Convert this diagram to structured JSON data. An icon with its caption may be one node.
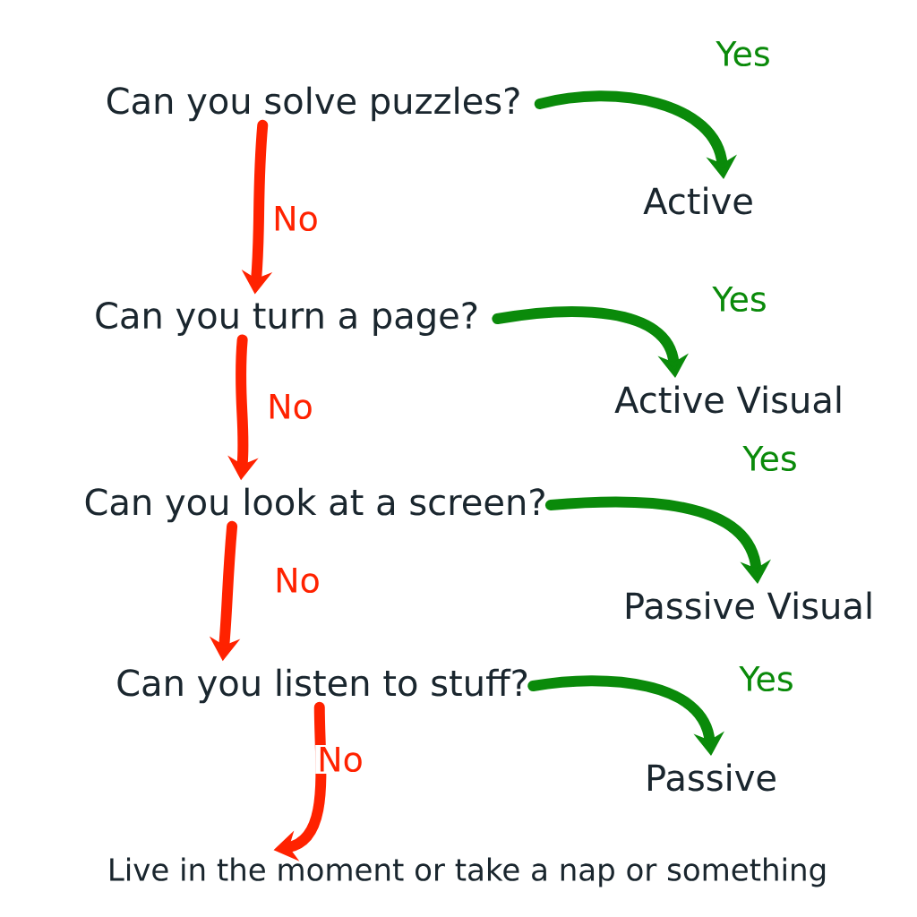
{
  "diagram": {
    "nodes": [
      {
        "text": [
          "Can you solve puzzles?"
        ]
      },
      {
        "text": [
          "Active"
        ]
      },
      {
        "text": [
          "Can you turn a page?"
        ]
      },
      {
        "text": [
          "Active Visual"
        ]
      },
      {
        "text": [
          "Can you look at a screen?"
        ]
      },
      {
        "text": [
          "Passive Visual"
        ]
      },
      {
        "text": [
          "Can you listen to stuff?"
        ]
      },
      {
        "text": [
          "Passive"
        ]
      },
      {
        "text": [
          "Live in the moment or take a nap or something"
        ]
      }
    ],
    "edges": [
      {
        "from": 0,
        "to": 1,
        "arrow": "to",
        "label": "Yes",
        "color": "#0a8a0a"
      },
      {
        "from": 0,
        "to": 2,
        "arrow": "to",
        "label": "No",
        "color": "#ff2200"
      },
      {
        "from": 2,
        "to": 3,
        "arrow": "to",
        "label": "Yes",
        "color": "#0a8a0a"
      },
      {
        "from": 2,
        "to": 4,
        "arrow": "to",
        "label": "No",
        "color": "#ff2200"
      },
      {
        "from": 4,
        "to": 5,
        "arrow": "to",
        "label": "Yes",
        "color": "#0a8a0a"
      },
      {
        "from": 4,
        "to": 6,
        "arrow": "to",
        "label": "No",
        "color": "#ff2200"
      },
      {
        "from": 6,
        "to": 7,
        "arrow": "to",
        "label": "Yes",
        "color": "#0a8a0a"
      },
      {
        "from": 6,
        "to": 8,
        "arrow": "to",
        "label": "No",
        "color": "#ff2200"
      }
    ]
  }
}
